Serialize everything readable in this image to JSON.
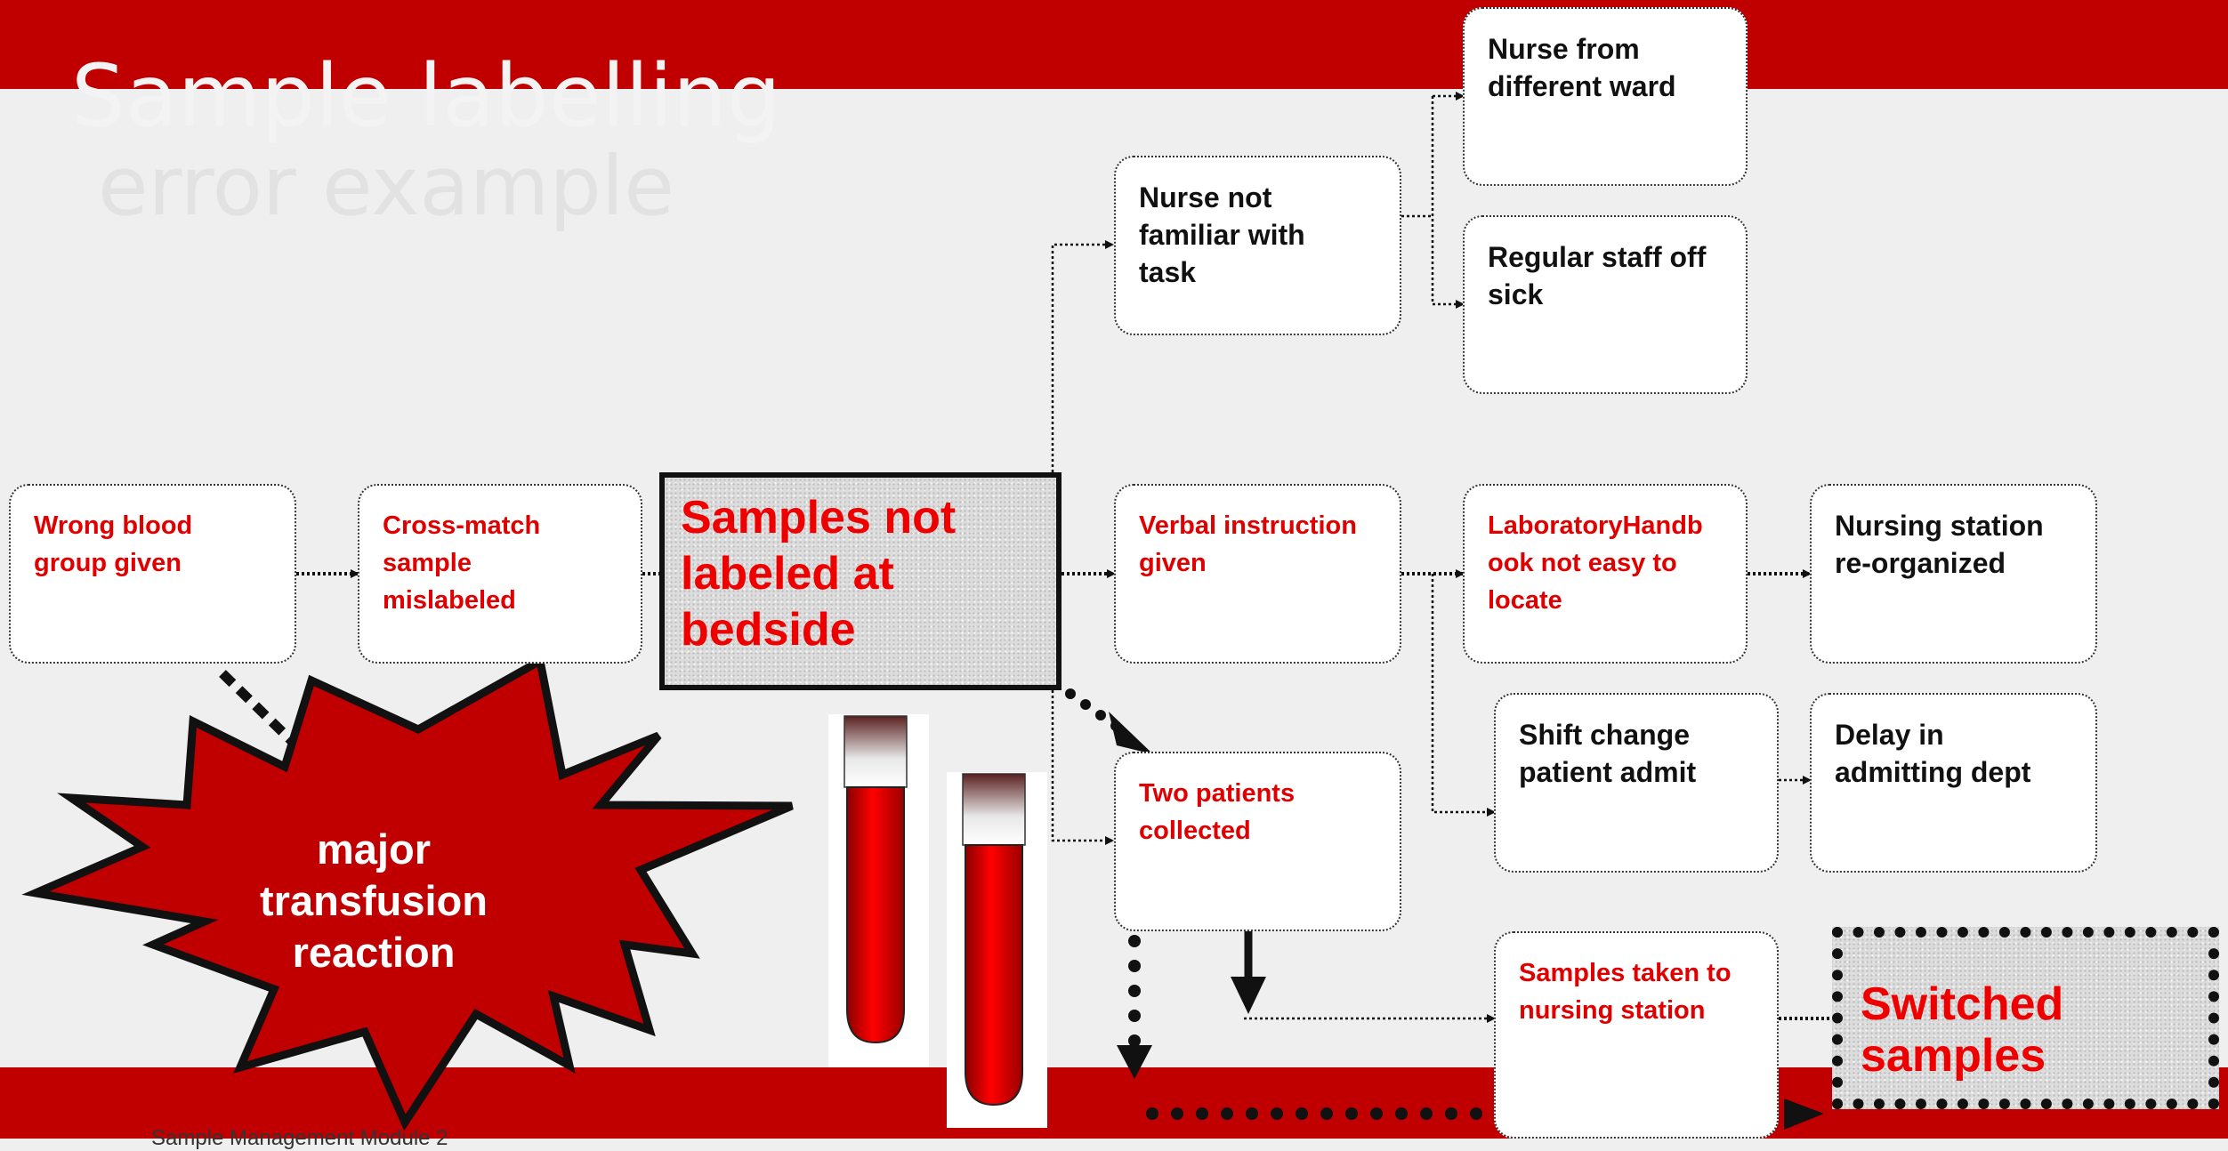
{
  "slide": {
    "title": "Sample labelling",
    "subtitle": "error example",
    "footer": "Sample Management Module 2"
  },
  "colors": {
    "accent_red": "#c00000",
    "text_red": "#e00000"
  },
  "nodes": {
    "wrong_blood": [
      "Wrong blood",
      "group given"
    ],
    "cross_match": [
      "Cross-match",
      "sample",
      "mislabeled"
    ],
    "samples_not_labeled": [
      "Samples not",
      "labeled at",
      "bedside"
    ],
    "nurse_not_familiar": [
      "Nurse not",
      "familiar with",
      "task"
    ],
    "nurse_different_ward": [
      "Nurse from",
      "different ward"
    ],
    "regular_staff_off": [
      "Regular staff off",
      "sick"
    ],
    "verbal_instruction": [
      "Verbal instruction",
      "given"
    ],
    "lab_handbook": [
      "LaboratoryHandb",
      "ook not easy to",
      "locate"
    ],
    "nursing_station_reorg": [
      "Nursing station",
      "re-organized"
    ],
    "shift_change": [
      "Shift change",
      "patient admit"
    ],
    "delay_admitting": [
      "Delay in",
      "admitting dept"
    ],
    "two_patients": [
      "Two patients",
      "collected"
    ],
    "samples_taken": [
      "Samples taken to",
      "nursing station"
    ],
    "switched_samples": [
      "Switched",
      "samples"
    ],
    "major_reaction": [
      "major",
      "transfusion",
      "reaction"
    ]
  }
}
